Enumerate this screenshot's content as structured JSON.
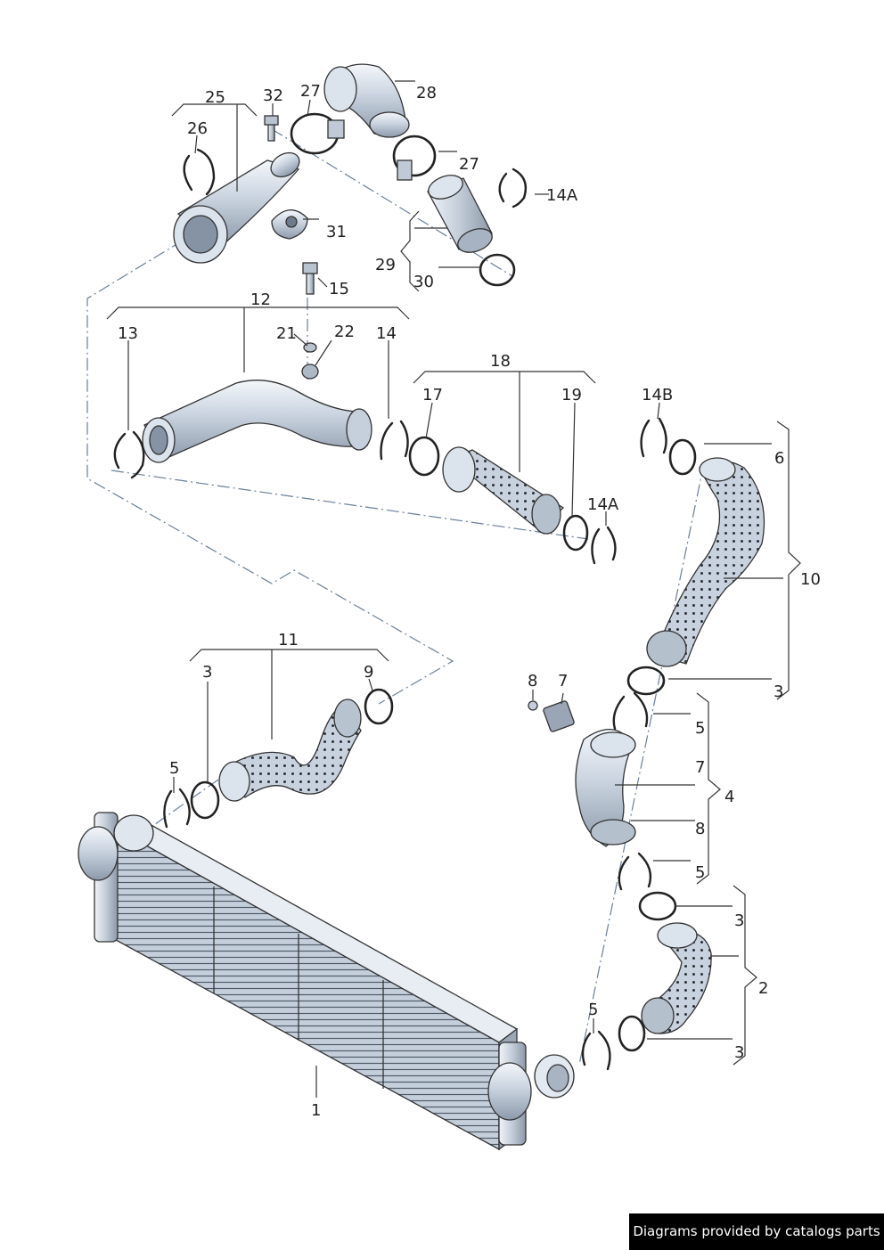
{
  "labels": {
    "p1": "1",
    "p2": "2",
    "p3a": "3",
    "p3b": "3",
    "p3c": "3",
    "p3d": "3",
    "p4": "4",
    "p5a": "5",
    "p5b": "5",
    "p5c": "5",
    "p5d": "5",
    "p6": "6",
    "p7a": "7",
    "p7b": "7",
    "p8a": "8",
    "p8b": "8",
    "p9": "9",
    "p10": "10",
    "p11": "11",
    "p12": "12",
    "p13": "13",
    "p14": "14",
    "p14aa": "14A",
    "p14ab": "14A",
    "p14b": "14B",
    "p15": "15",
    "p17": "17",
    "p18": "18",
    "p19": "19",
    "p21": "21",
    "p22": "22",
    "p25": "25",
    "p26": "26",
    "p27a": "27",
    "p27b": "27",
    "p28": "28",
    "p29": "29",
    "p30": "30",
    "p31": "31",
    "p32": "32"
  },
  "credit": "Diagrams provided by catalogs parts"
}
